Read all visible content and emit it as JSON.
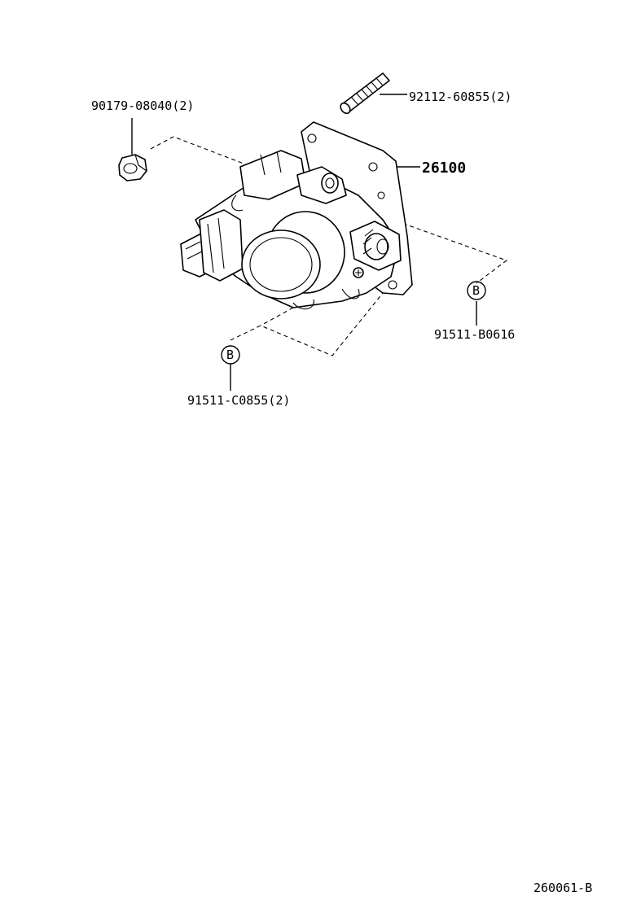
{
  "callouts": {
    "nut": "90179-08040(2)",
    "stud": "92112-60855(2)",
    "throttle_body": "26100",
    "bolt_right": "91511-B0616",
    "bolt_bottom": "91511-C0855(2)"
  },
  "markers": {
    "right": "B",
    "bottom": "B"
  },
  "diagram_code": "260061-B"
}
